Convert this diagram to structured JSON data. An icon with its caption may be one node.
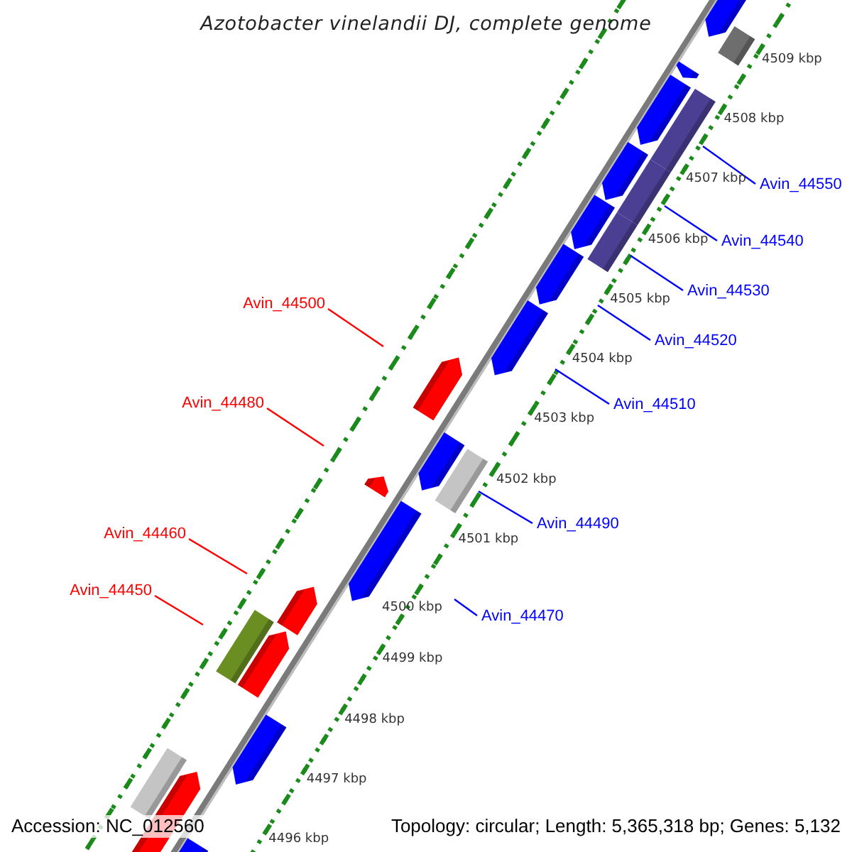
{
  "diagram": {
    "title": "Azotobacter vinelandii DJ, complete genome",
    "nodes": [
      {
        "text": [
          "Avin_44550"
        ]
      },
      {
        "text": [
          "Avin_44540"
        ]
      },
      {
        "text": [
          "Avin_44530"
        ]
      },
      {
        "text": [
          "Avin_44500"
        ]
      },
      {
        "text": [
          "Avin_44520"
        ]
      },
      {
        "text": [
          "Avin_44480"
        ]
      },
      {
        "text": [
          "Avin_44510"
        ]
      },
      {
        "text": [
          "Avin_44490"
        ]
      },
      {
        "text": [
          "Avin_44460"
        ]
      },
      {
        "text": [
          "Avin_44450"
        ]
      },
      {
        "text": [
          "Avin_44470"
        ]
      }
    ],
    "edges": [
      {
        "from": 0,
        "to": null,
        "arrow": "none"
      },
      {
        "from": 1,
        "to": null,
        "arrow": "none"
      },
      {
        "from": 2,
        "to": null,
        "arrow": "none"
      },
      {
        "from": 3,
        "to": null,
        "arrow": "none",
        "color": "#ff0000"
      },
      {
        "from": 4,
        "to": null,
        "arrow": "none"
      },
      {
        "from": 5,
        "to": null,
        "arrow": "none",
        "color": "#ff0000"
      },
      {
        "from": 6,
        "to": null,
        "arrow": "none"
      },
      {
        "from": 7,
        "to": null,
        "arrow": "none"
      },
      {
        "from": 8,
        "to": null,
        "arrow": "none",
        "color": "#ff0000"
      },
      {
        "from": 9,
        "to": null,
        "arrow": "none",
        "color": "#ff0000"
      },
      {
        "from": 10,
        "to": null,
        "arrow": "none"
      }
    ],
    "labels": [
      "4509 kbp",
      "4508 kbp",
      "4507 kbp",
      "4506 kbp",
      "4505 kbp",
      "4504 kbp",
      "4503 kbp",
      "4502 kbp",
      "4501 kbp",
      "4500 kbp",
      "4499 kbp",
      "4498 kbp",
      "4497 kbp",
      "4496 kbp",
      "Accession: NC_012560",
      "Topology: circular; Length: 5,365,318 bp; Genes: 5,132"
    ]
  }
}
